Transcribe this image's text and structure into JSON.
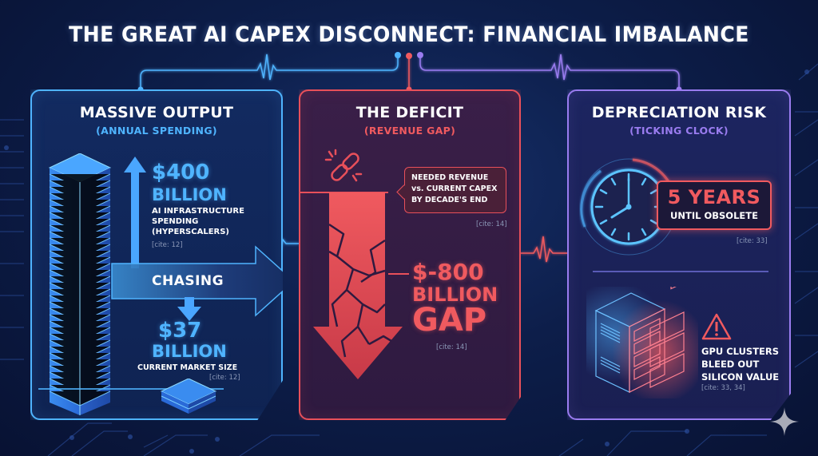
{
  "title": "THE GREAT AI CAPEX DISCONNECT: FINANCIAL IMBALANCE",
  "colors": {
    "background": "#0d1e4a",
    "blue_accent": "#4fb4ff",
    "red_accent": "#f05a5f",
    "purple_accent": "#9a7cf0"
  },
  "panels": {
    "output": {
      "title": "MASSIVE OUTPUT",
      "subtitle": "(ANNUAL SPENDING)",
      "spending": {
        "value": "$400",
        "unit": "BILLION",
        "label_lines": [
          "AI INFRASTRUCTURE",
          "SPENDING",
          "(HYPERSCALERS)"
        ],
        "cite": "[cite: 12]"
      },
      "arrow_label": "CHASING",
      "market": {
        "value": "$37",
        "unit": "BILLION",
        "label": "CURRENT MARKET SIZE",
        "cite": "[cite: 12]"
      },
      "icons": [
        "tall-stack-icon",
        "up-arrow-icon",
        "down-arrow-icon",
        "small-stack-icon"
      ]
    },
    "deficit": {
      "title": "THE DEFICIT",
      "subtitle": "(REVENUE GAP)",
      "callout_lines": [
        "NEEDED REVENUE",
        "vs. CURRENT CAPEX",
        "BY DECADE'S END"
      ],
      "callout_cite": "[cite: 14]",
      "gap_value": "$-800",
      "gap_unit": "BILLION",
      "gap_label": "GAP",
      "gap_cite": "[cite: 14]",
      "icons": [
        "broken-link-icon",
        "cracked-down-arrow-icon"
      ]
    },
    "depreciation": {
      "title": "DEPRECIATION RISK",
      "subtitle": "(TICKING CLOCK)",
      "years_value": "5 YEARS",
      "years_label": "UNTIL OBSOLETE",
      "years_cite": "[cite: 33]",
      "gpu_lines": [
        "GPU CLUSTERS",
        "BLEED OUT",
        "SILICON VALUE"
      ],
      "gpu_cite": "[cite: 33, 34]",
      "icons": [
        "clock-icon",
        "server-rack-icon",
        "warning-icon"
      ]
    }
  },
  "watermark_icon": "sparkle-icon"
}
